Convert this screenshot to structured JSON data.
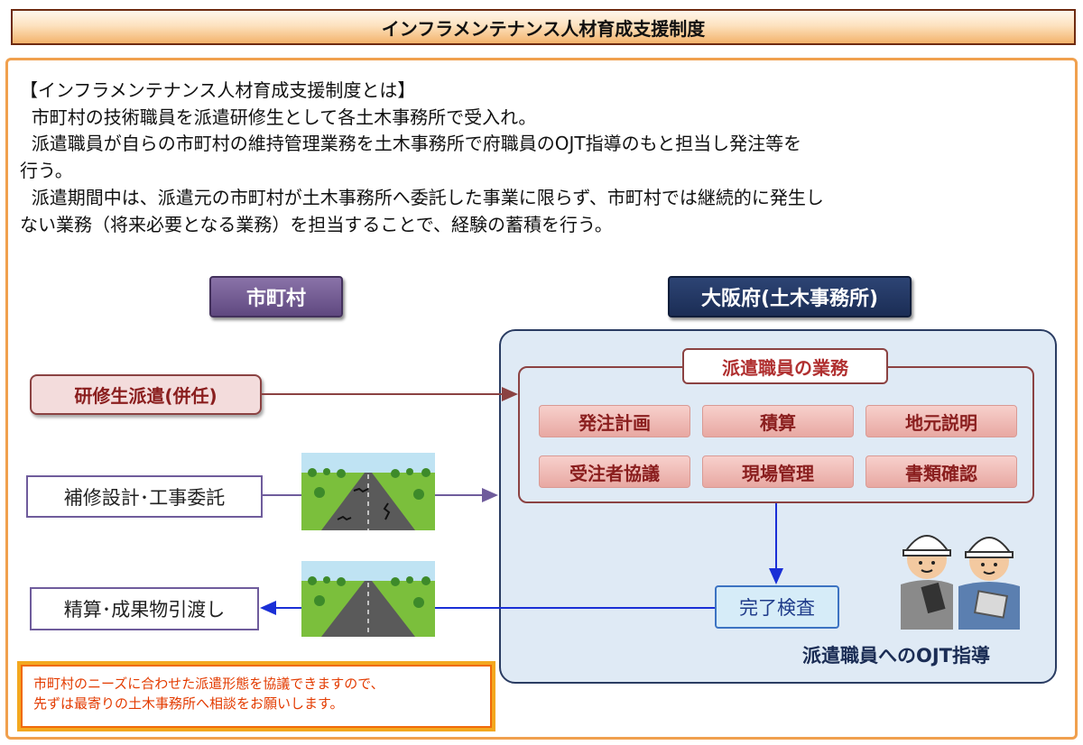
{
  "title": "インフラメンテナンス人材育成支援制度",
  "intro": {
    "heading": "【インフラメンテナンス人材育成支援制度とは】",
    "line1": "  市町村の技術職員を派遣研修生として各土木事務所で受入れ。",
    "line2": "  派遣職員が自らの市町村の維持管理業務を土木事務所で府職員のOJT指導のもと担当し発注等を",
    "line3": "行う。",
    "line4": "  派遣期間中は、派遣元の市町村が土木事務所へ委託した事業に限らず、市町村では継続的に発生し",
    "line5": "ない業務（将来必要となる業務）を担当することで、経験の蓄積を行う。"
  },
  "headers": {
    "city": "市町村",
    "osaka": "大阪府(土木事務所)"
  },
  "left_boxes": {
    "dispatch": "研修生派遣(併任)",
    "design": "補修設計･工事委託",
    "settlement": "精算･成果物引渡し"
  },
  "duties": {
    "label": "派遣職員の業務",
    "items": [
      "発注計画",
      "積算",
      "地元説明",
      "受注者協議",
      "現場管理",
      "書類確認"
    ]
  },
  "inspection": "完了検査",
  "ojt_label": "派遣職員へのOJT指導",
  "note": {
    "line1": "市町村のニーズに合わせた派遣形態を協議できますので、",
    "line2": "先ずは最寄りの土木事務所へ相談をお願いします。"
  },
  "colors": {
    "city_header": "#6a5490",
    "osaka_header": "#1f3260",
    "duty_text": "#8a1e1e",
    "arrow_red": "#8b4242",
    "arrow_blue": "#1a2fd6",
    "note_text": "#e33b00",
    "note_border": "#f3a81f"
  }
}
